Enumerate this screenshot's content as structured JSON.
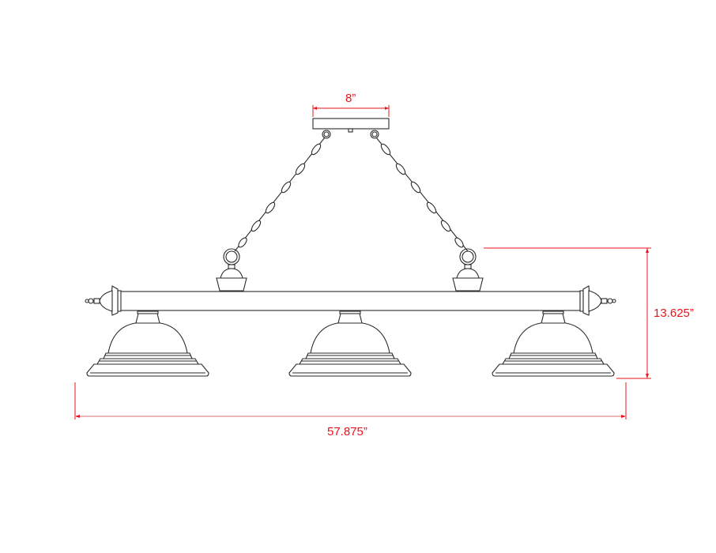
{
  "diagram": {
    "subject": "Three-shade billiard pendant light fixture with chain and canopy",
    "dimensions": {
      "canopy_width": "8”",
      "overall_height": "13.625”",
      "overall_width": "57.875”"
    },
    "colors": {
      "dimension_lines": "#e8141c",
      "drawing_lines": "#2a2a2a",
      "background": "#ffffff"
    },
    "components": [
      "canopy",
      "left-chain",
      "right-chain",
      "left-loop-mount",
      "right-loop-mount",
      "horizontal-bar",
      "left-finial",
      "right-finial",
      "left-shade",
      "center-shade",
      "right-shade"
    ]
  }
}
